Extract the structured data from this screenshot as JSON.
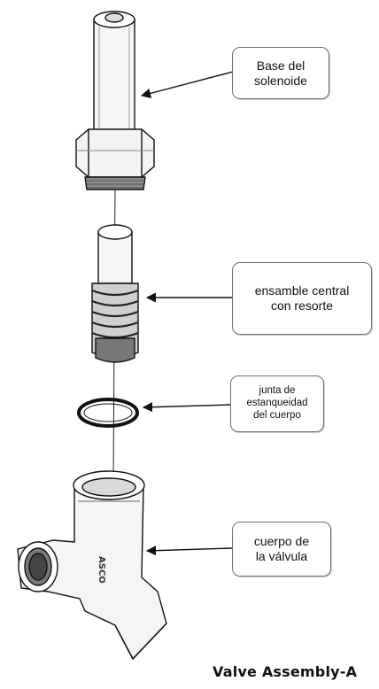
{
  "callouts": {
    "solenoid_base": "Base del\nsolenoide",
    "core_assembly": "ensamble central\ncon resorte",
    "body_gasket": "junta de\nestanqueidad\ndel cuerpo",
    "valve_body": "cuerpo de\nla válvula"
  },
  "body_marking": "ASCO",
  "caption": "Valve Assembly-A"
}
